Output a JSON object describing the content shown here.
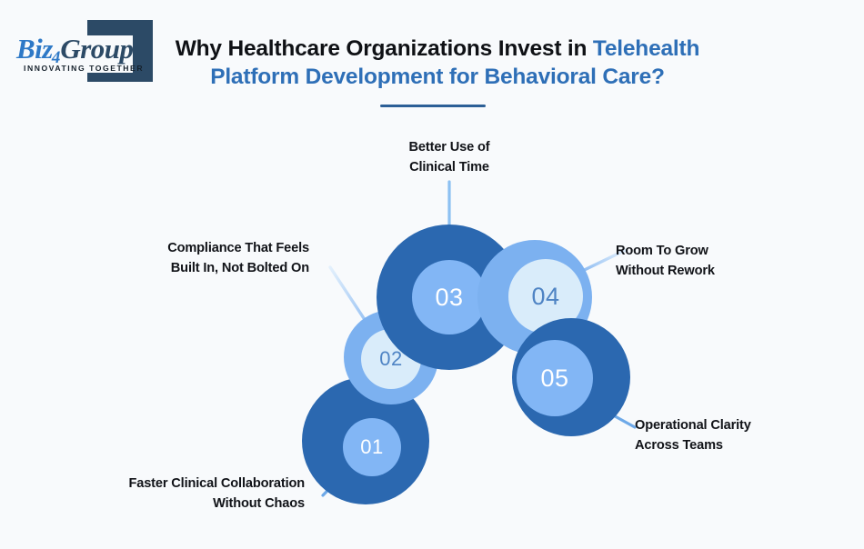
{
  "background_color": "#f8fafc",
  "brand": {
    "logo_biz": "Biz",
    "logo_four": "4",
    "logo_group": "Group",
    "logo_tagline": "INNOVATING TOGETHER",
    "logo_primary_color": "#2e79c7",
    "logo_dark_color": "#2c4a66"
  },
  "header": {
    "title_line1_plain": "Why Healthcare Organizations Invest in ",
    "title_line1_accent": "Telehealth",
    "title_line2_accent": "Platform Development for Behavioral Care?",
    "accent_color": "#2e6fb7",
    "rule_color": "#2c5f96"
  },
  "diagram": {
    "type": "circle-cluster",
    "palette": {
      "dark_outer": "#2b68b0",
      "dark_inner": "#82b6f5",
      "dark_number": "#ffffff",
      "light_outer": "#7cb1f0",
      "light_inner": "#d9ecfa",
      "light_number": "#4f84c4",
      "connector": "#8cc0f2"
    },
    "nodes": [
      {
        "number": "01",
        "variant": "dark",
        "label": "Faster Clinical Collaboration\nWithout Chaos",
        "label_align": "right"
      },
      {
        "number": "02",
        "variant": "light",
        "label": "Compliance That Feels\nBuilt In, Not Bolted On",
        "label_align": "right"
      },
      {
        "number": "03",
        "variant": "dark",
        "label": "Better Use of\nClinical Time",
        "label_align": "center"
      },
      {
        "number": "04",
        "variant": "light",
        "label": "Room To Grow\nWithout Rework",
        "label_align": "left"
      },
      {
        "number": "05",
        "variant": "dark",
        "label": "Operational Clarity\nAcross Teams",
        "label_align": "left"
      }
    ]
  }
}
